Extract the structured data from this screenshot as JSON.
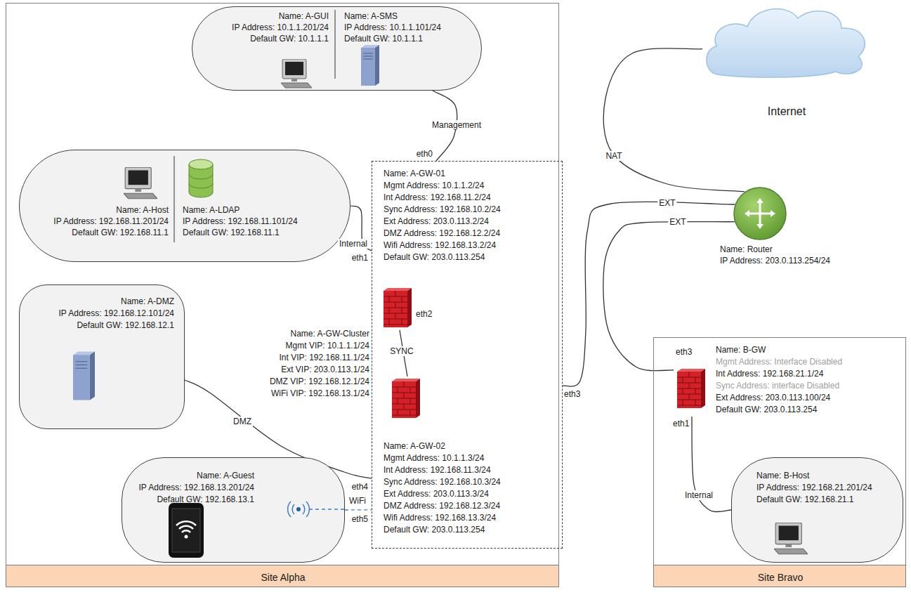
{
  "diagram": {
    "nodes": [
      {
        "text": [
          "Site Alpha"
        ]
      },
      {
        "text": [
          "Name: A-GUI",
          "IP Address: 10.1.1.201/24",
          "Default GW: 10.1.1.1",
          "Name: A-SMS",
          "IP Address: 10.1.1.101/24",
          "Default GW: 10.1.1.1"
        ],
        "in": 0
      },
      {
        "text": [
          "Name: A-Host",
          "IP Address: 192.168.11.201/24",
          "Default GW: 192.168.11.1",
          "Name: A-LDAP",
          "IP Address: 192.168.11.101/24",
          "Default GW: 192.168.11.1"
        ],
        "in": 0
      },
      {
        "text": [
          "Name: A-GW-Cluster",
          "Mgmt VIP: 10.1.1.1/24",
          "Int VIP: 192.168.11.1/24",
          "Ext VIP: 203.0.113.1/24",
          "DMZ VIP: 192.168.12.1/24",
          "WiFi VIP: 192.168.13.1/24"
        ],
        "in": 0
      },
      {
        "text": [
          "Name: A-GW-01",
          "Mgmt Address: 10.1.1.2/24",
          "Int Address: 192.168.11.2/24",
          "Sync Address: 192.168.10.2/24",
          "Ext Address: 203.0.113.2/24",
          "DMZ Address: 192.168.12.2/24",
          "Wifi Address: 192.168.13.2/24",
          "Default GW: 203.0.113.254"
        ],
        "in": 3
      },
      {
        "text": [
          "Name: A-GW-02",
          "Mgmt Address: 10.1.1.3/24",
          "Int Address: 192.168.11.3/24",
          "Sync Address: 192.168.10.3/24",
          "Ext Address: 203.0.113.3/24",
          "DMZ Address: 192.168.12.3/24",
          "Wifi Address: 192.168.13.3/24",
          "Default GW: 203.0.113.254"
        ],
        "in": 3
      },
      {
        "text": [
          "Name: A-DMZ",
          "IP Address: 192.168.12.101/24",
          "Default GW: 192.168.12.1"
        ],
        "in": 0
      },
      {
        "text": [
          "Name: A-Guest",
          "IP Address: 192.168.13.201/24",
          "Default GW: 192.168.13.1"
        ],
        "in": 0
      },
      {
        "text": [
          "Internet"
        ]
      },
      {
        "text": [
          "Name: Router",
          "IP Address: 203.0.113.254/24"
        ]
      },
      {
        "text": [
          "Site Bravo"
        ]
      },
      {
        "text": [
          "Name: B-GW",
          "Mgmt Address: Interface Disabled",
          "Int Address: 192.168.21.1/24",
          "Sync Address: interface Disabled",
          "Ext Address: 203.0.113.100/24",
          "Default GW: 203.0.113.254"
        ],
        "in": 10
      },
      {
        "text": [
          "Name: B-Host",
          "IP Address: 192.168.21.201/24",
          "Default GW: 192.168.21.1"
        ],
        "in": 10
      }
    ],
    "edges": [
      {
        "from": 1,
        "to": 3,
        "label": "Management",
        "arrow": "none"
      },
      {
        "from": 2,
        "to": 3,
        "label": "Internal",
        "arrow": "none"
      },
      {
        "from": 4,
        "to": 5,
        "label": "SYNC",
        "arrow": "none"
      },
      {
        "from": 6,
        "to": 3,
        "label": "DMZ",
        "arrow": "none"
      },
      {
        "from": 7,
        "to": 3,
        "label": "WiFi",
        "arrow": "none"
      },
      {
        "from": 8,
        "to": 9,
        "label": "NAT",
        "arrow": "none"
      },
      {
        "from": 3,
        "to": 9,
        "label": "EXT",
        "arrow": "none"
      },
      {
        "from": 11,
        "to": 9,
        "label": "EXT",
        "arrow": "none"
      },
      {
        "from": 12,
        "to": 11,
        "label": "Internal",
        "arrow": "none"
      }
    ],
    "labels": [
      "eth0",
      "eth1",
      "eth2",
      "eth3",
      "eth4",
      "eth5",
      "eth3",
      "eth1"
    ]
  }
}
